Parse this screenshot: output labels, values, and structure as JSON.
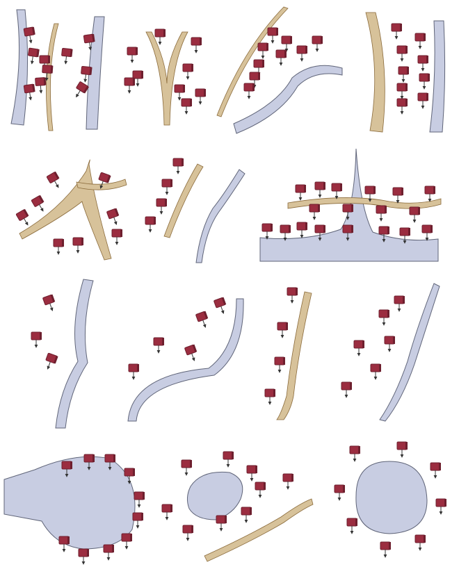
{
  "figure": {
    "rows": 4,
    "panels_per_row": [
      4,
      3,
      4,
      3
    ],
    "panel_count": 14,
    "colors": {
      "building": "#9b2d40",
      "building_shade": "#6e1f2e",
      "road": "#d7c29a",
      "road_edge": "#8a6a3a",
      "water": "#c8cde2",
      "water_edge": "#5f6478",
      "arrow": "#333333"
    },
    "icon_names": [
      "building-icon",
      "road",
      "river",
      "lake",
      "arrow-icon"
    ]
  }
}
